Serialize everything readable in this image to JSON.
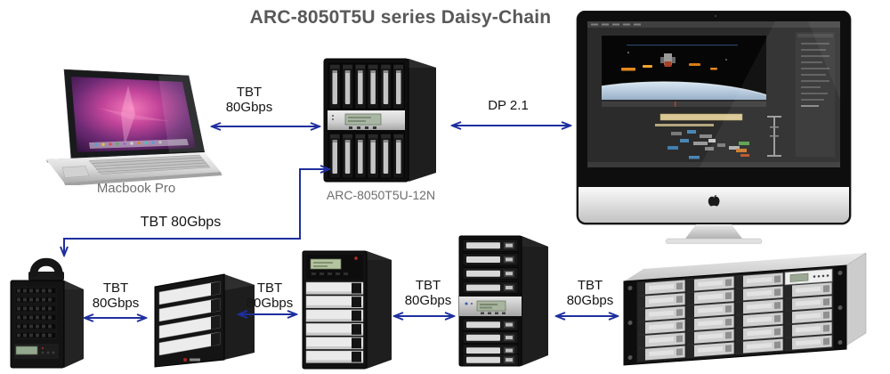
{
  "title": "ARC-8050T5U series Daisy-Chain",
  "colors": {
    "connector_blue": "#1e2f9e",
    "title_gray": "#595959",
    "device_label_gray": "#6e6e6e",
    "link_label_black": "#141414"
  },
  "devices": {
    "macbook": {
      "label": "Macbook Pro"
    },
    "main_tower": {
      "label": "ARC-8050T5U-12N"
    }
  },
  "links": {
    "macbook_to_tower": {
      "line1": "TBT",
      "line2": "80Gbps"
    },
    "tower_to_display": {
      "label": "DP 2.1"
    },
    "tower_to_expansion": {
      "label": "TBT 80Gbps"
    },
    "expansion_1_to_2": {
      "line1": "TBT",
      "line2": "80Gbps"
    },
    "expansion_2_to_3": {
      "line1": "TBT",
      "line2": "80Gbps"
    },
    "expansion_3_to_4": {
      "line1": "TBT",
      "line2": "80Gbps"
    },
    "expansion_4_to_rack": {
      "line1": "TBT",
      "line2": "80Gbps"
    }
  }
}
